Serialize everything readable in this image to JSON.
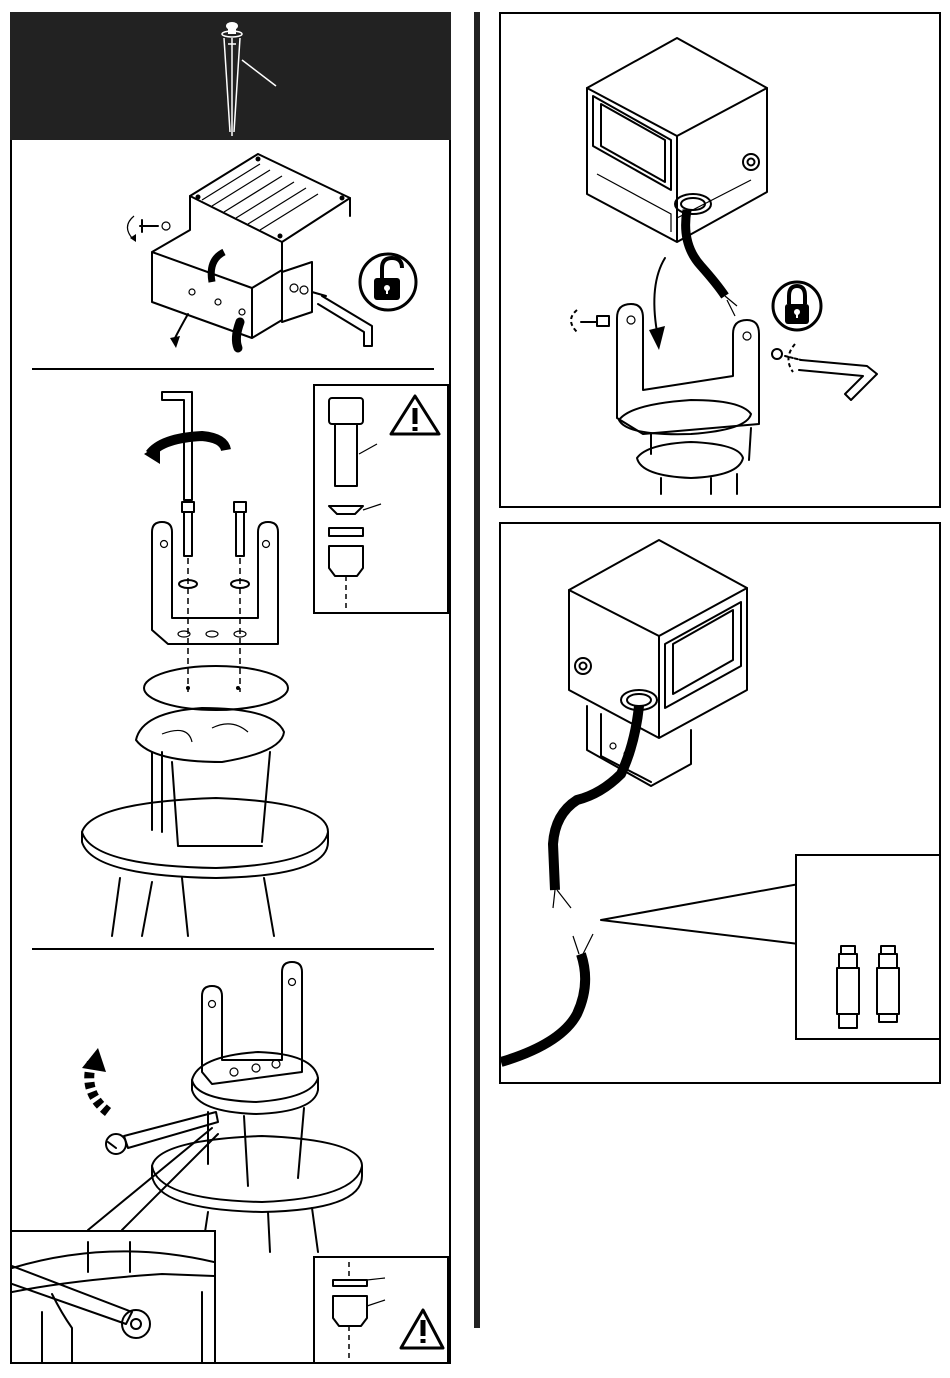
{
  "page": {
    "background": "#ffffff",
    "ink": "#000000",
    "header_bg": "#222222"
  },
  "icons": {
    "header": "ground-stake-spike-icon",
    "unlock": "unlocked-padlock-icon",
    "lock": "locked-padlock-icon",
    "warning": "warning-triangle-icon",
    "allen_key": "allen-key-icon",
    "wrench": "wrench-icon",
    "wire_connector": "wire-connector-icon"
  },
  "panels": [
    "junction-box-open-step",
    "bracket-assembly-step",
    "wrench-tighten-step",
    "box-mount-on-bracket-step",
    "wire-connection-step"
  ]
}
